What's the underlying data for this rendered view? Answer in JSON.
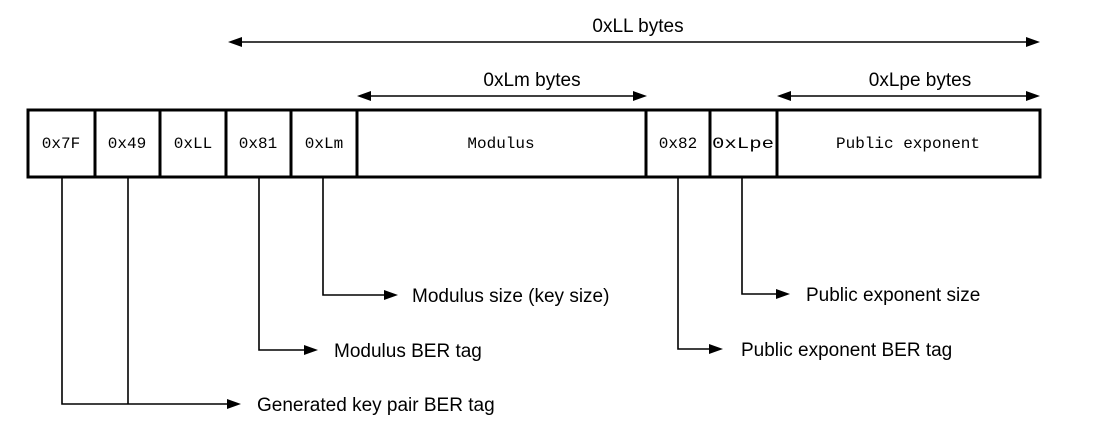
{
  "fields": [
    {
      "label": "0x7F"
    },
    {
      "label": "0x49"
    },
    {
      "label": "0xLL"
    },
    {
      "label": "0x81"
    },
    {
      "label": "0xLm"
    },
    {
      "label": "Modulus"
    },
    {
      "label": "0x82"
    },
    {
      "label": "0xLpe"
    },
    {
      "label": "Public exponent"
    }
  ],
  "spans": {
    "total": "0xLL bytes",
    "modulus": "0xLm bytes",
    "exponent": "0xLpe bytes"
  },
  "annotations": {
    "modulus_size": "Modulus size (key size)",
    "modulus_tag": "Modulus BER tag",
    "keypair_tag": "Generated key pair BER tag",
    "exponent_size": "Public exponent size",
    "exponent_tag": "Public exponent BER tag"
  }
}
